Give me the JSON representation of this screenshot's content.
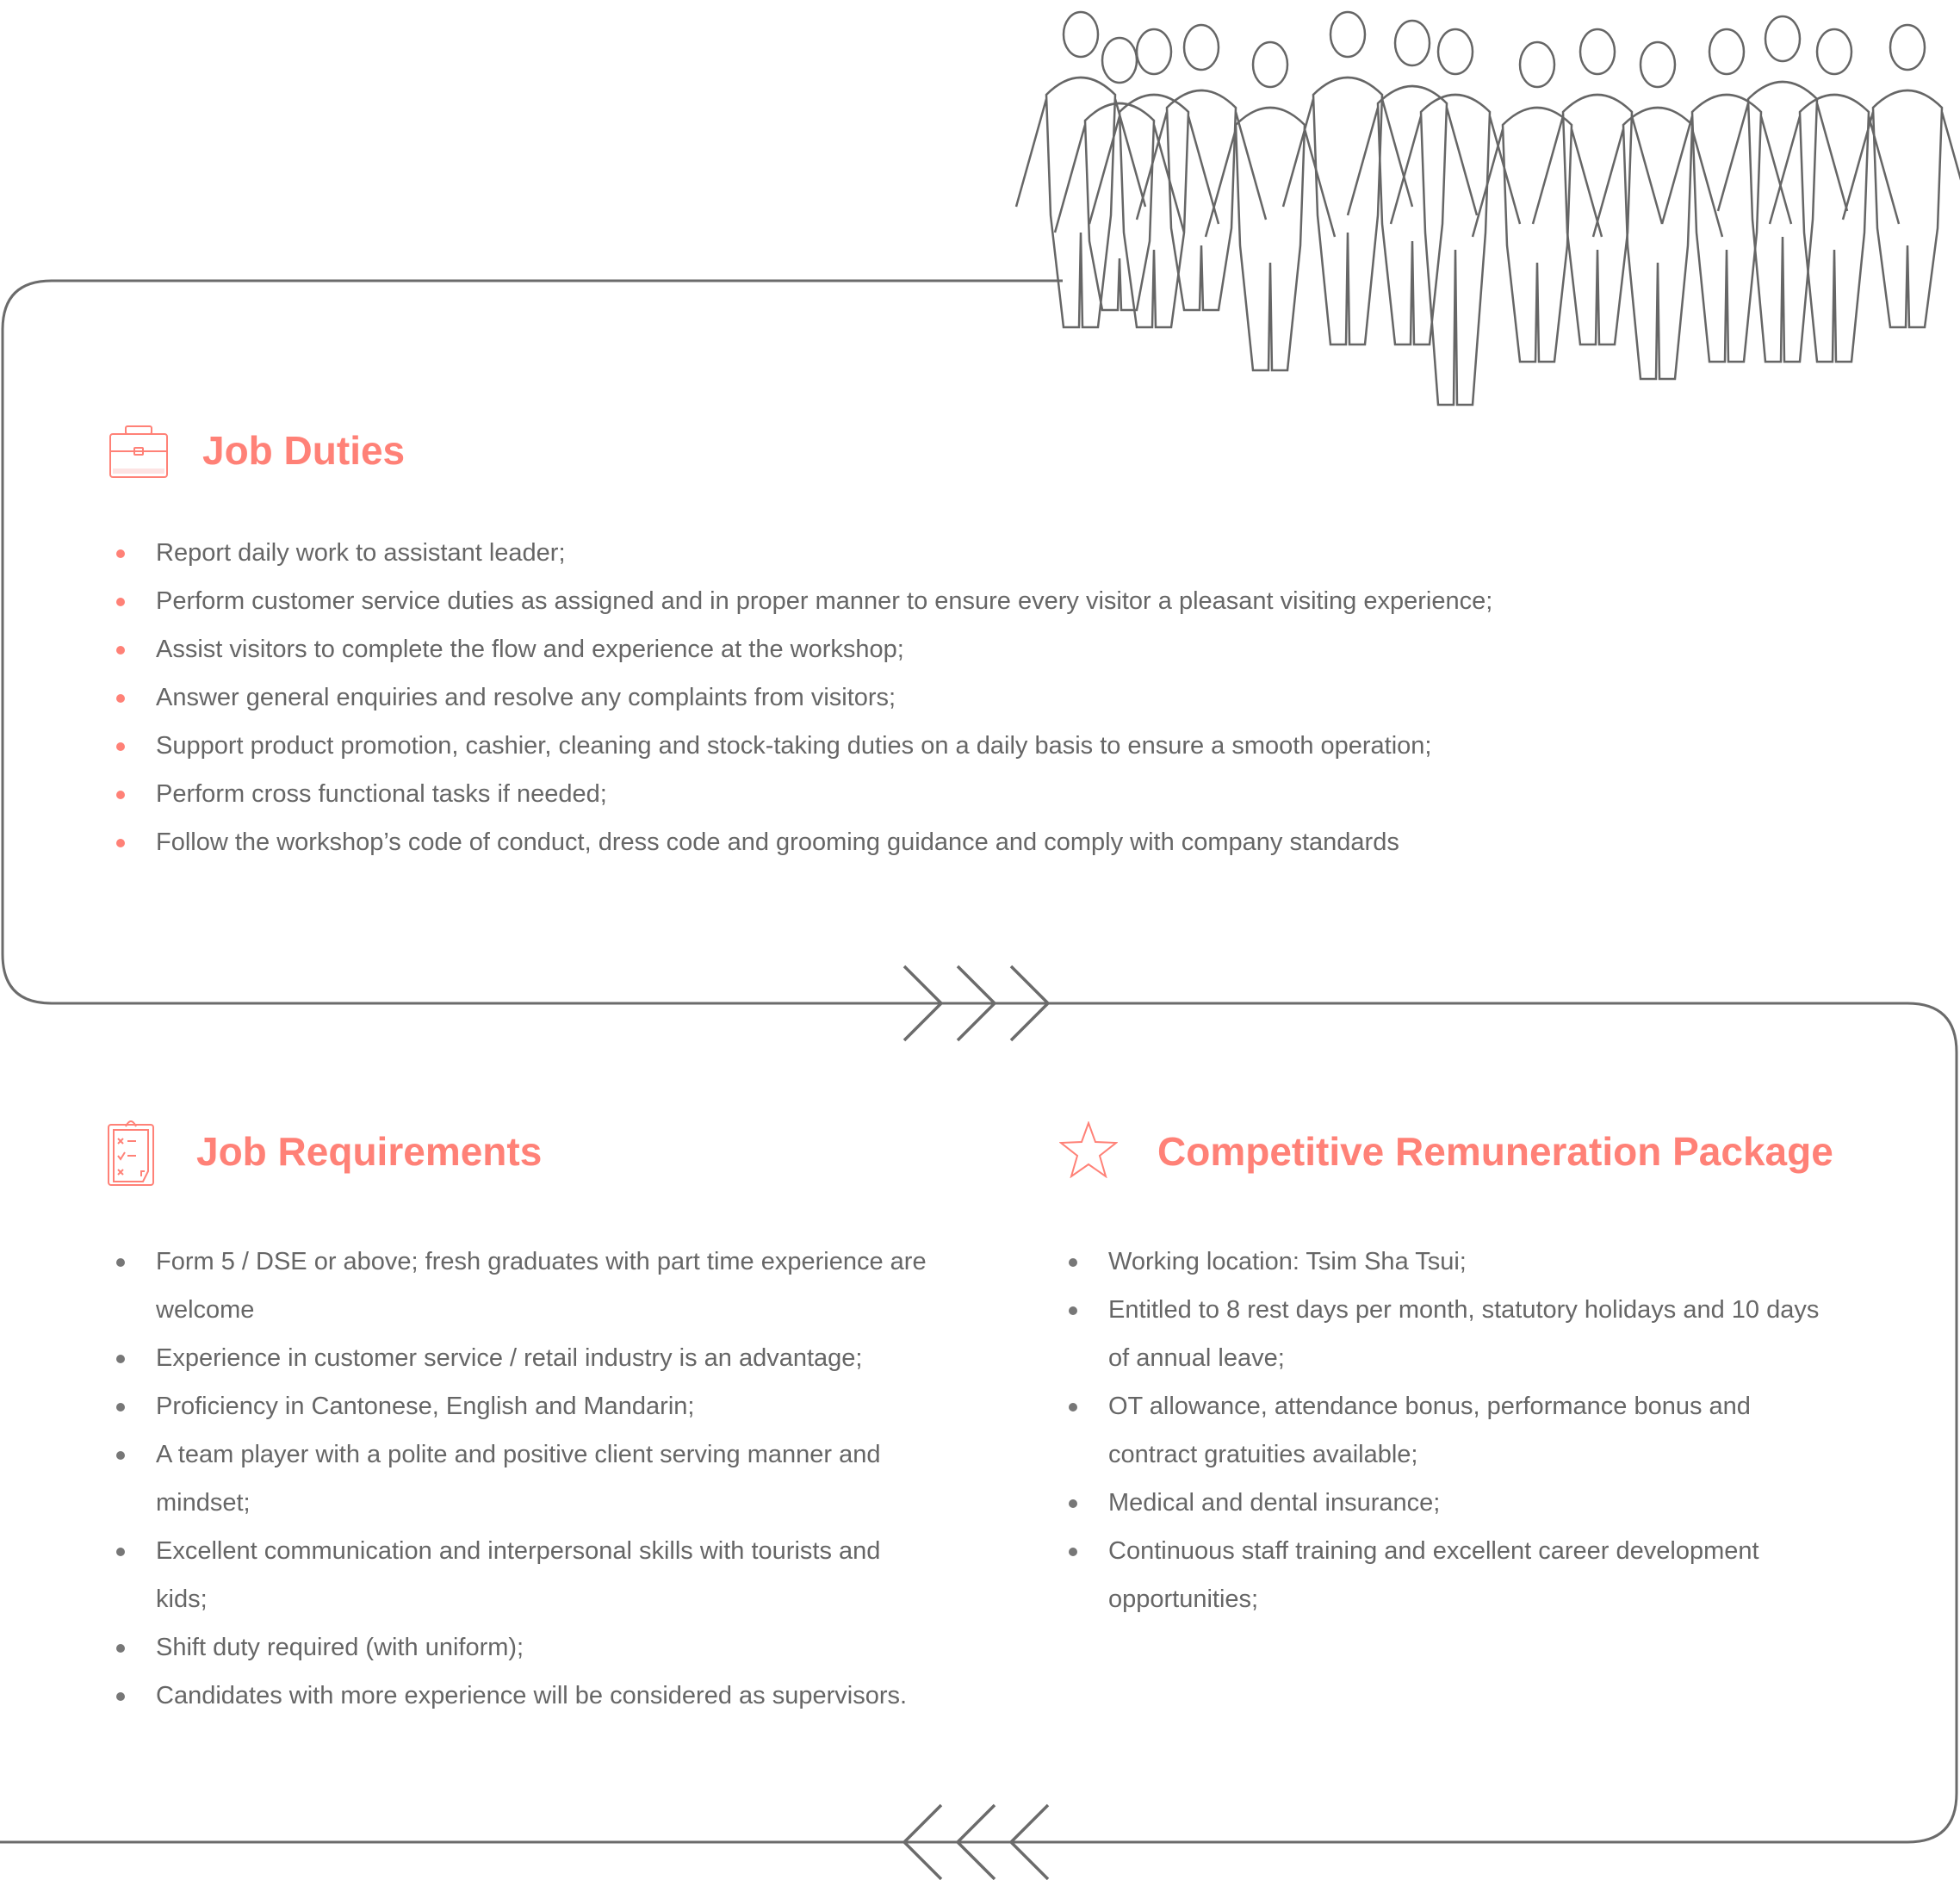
{
  "colors": {
    "accent": "#ff8177",
    "text": "#666666",
    "line": "#6b6b6b"
  },
  "duties": {
    "icon": "briefcase-icon",
    "title": "Job Duties",
    "items": [
      "Report daily work to assistant leader;",
      "Perform customer service duties as assigned and in proper manner to ensure every visitor a pleasant visiting experience;",
      "Assist visitors to complete the flow and experience at the workshop;",
      "Answer general enquiries and resolve any complaints from visitors;",
      "Support product promotion, cashier, cleaning and stock-taking duties on a daily basis to ensure a smooth operation;",
      "Perform cross functional tasks if needed;",
      "Follow the workshop’s code of conduct, dress code and grooming guidance and comply with company standards"
    ]
  },
  "requirements": {
    "icon": "clipboard-checklist-icon",
    "title": "Job Requirements",
    "items": [
      "Form 5 / DSE or above; fresh graduates with part time experience are welcome",
      "Experience in customer service / retail industry is an advantage;",
      "Proficiency in Cantonese, English and Mandarin;",
      "A team player with a polite and positive client serving manner and mindset;",
      "Excellent communication and interpersonal skills with tourists and kids;",
      "Shift duty required (with uniform);",
      "Candidates with more experience will be considered as supervisors."
    ]
  },
  "remuneration": {
    "icon": "star-icon",
    "title": "Competitive Remuneration Package",
    "items": [
      "Working location: Tsim Sha Tsui;",
      "Entitled to 8 rest days per month, statutory holidays and 10 days of annual leave;",
      "OT allowance, attendance bonus, performance bonus and contract gratuities available;",
      "Medical and dental insurance;",
      "Continuous staff training and excellent career development opportunities;"
    ]
  }
}
